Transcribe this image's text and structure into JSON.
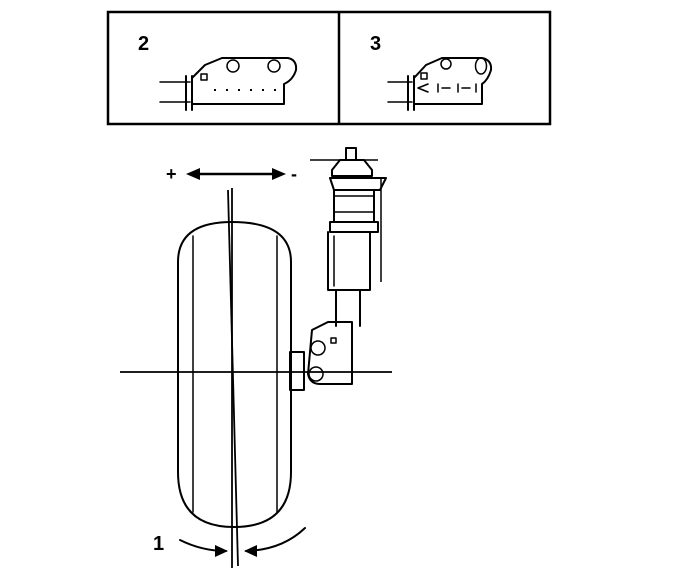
{
  "figure": {
    "inset_left_label": "2",
    "inset_right_label": "3",
    "plus_sign": "+",
    "minus_sign": "-",
    "angle_label": "1"
  },
  "colors": {
    "ink": "#000000",
    "paper": "#ffffff"
  }
}
